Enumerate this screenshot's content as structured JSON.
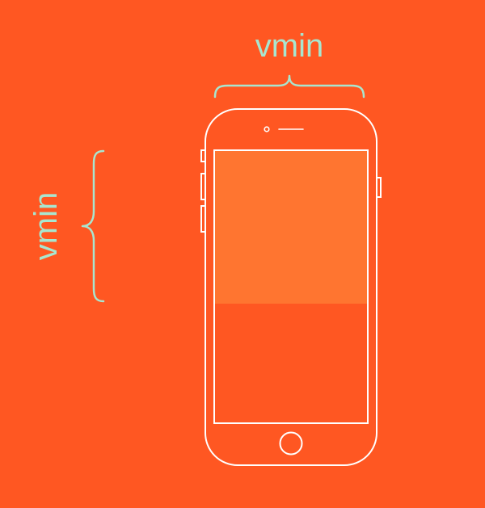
{
  "labels": {
    "top": "vmin",
    "left": "vmin"
  },
  "colors": {
    "background": "#FF5722",
    "accent": "#A8E6CF",
    "outline": "#FFFFFF",
    "screen_top_fill": "#FF7530",
    "screen_bottom_fill": "#FF5722"
  },
  "icons": {
    "top_bracket": "curly-brace-horizontal",
    "left_bracket": "curly-brace-vertical",
    "phone": "smartphone-outline"
  }
}
